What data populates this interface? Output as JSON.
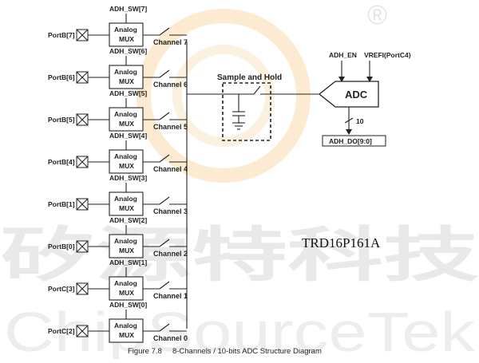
{
  "watermark": {
    "chinese": "矽源特科技",
    "latin": "ChipSourceTek",
    "registered_mark": "®",
    "accent_color": "#f5a623"
  },
  "channels": [
    {
      "port": "PortB[7]",
      "switch": "ADH_SW[7]",
      "mux_line1": "Analog",
      "mux_line2": "MUX",
      "channel": "Channel 7"
    },
    {
      "port": "PortB[6]",
      "switch": "ADH_SW[6]",
      "mux_line1": "Analog",
      "mux_line2": "MUX",
      "channel": "Channel 6"
    },
    {
      "port": "PortB[5]",
      "switch": "ADH_SW[5]",
      "mux_line1": "Analog",
      "mux_line2": "MUX",
      "channel": "Channel 5"
    },
    {
      "port": "PortB[4]",
      "switch": "ADH_SW[4]",
      "mux_line1": "Analog",
      "mux_line2": "MUX",
      "channel": "Channel 4"
    },
    {
      "port": "PortB[1]",
      "switch": "ADH_SW[3]",
      "mux_line1": "Analog",
      "mux_line2": "MUX",
      "channel": "Channel 3"
    },
    {
      "port": "PortB[0]",
      "switch": "ADH_SW[2]",
      "mux_line1": "Analog",
      "mux_line2": "MUX",
      "channel": "Channel 2"
    },
    {
      "port": "PortC[3]",
      "switch": "ADH_SW[1]",
      "mux_line1": "Analog",
      "mux_line2": "MUX",
      "channel": "Channel 1"
    },
    {
      "port": "PortC[2]",
      "switch": "ADH_SW[0]",
      "mux_line1": "Analog",
      "mux_line2": "MUX",
      "channel": "Channel 0"
    }
  ],
  "sample_hold": {
    "title": "Sample and Hold"
  },
  "adc": {
    "label": "ADC",
    "enable_pin": "ADH_EN",
    "vref_pin": "VREFI(PortC4)",
    "bus_width": "10",
    "output": "ADH_DO[9:0]"
  },
  "model": "TRD16P161A",
  "caption": "Figure 7.8     8-Channels / 10-bits ADC Structure Diagram"
}
